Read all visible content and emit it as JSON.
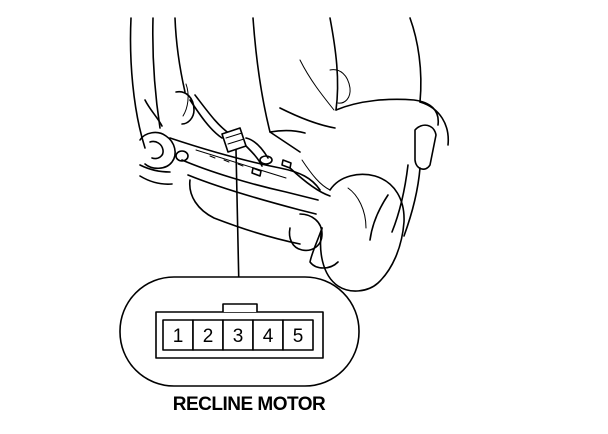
{
  "connector": {
    "label": "RECLINE MOTOR",
    "pins": [
      "1",
      "2",
      "3",
      "4",
      "5"
    ]
  }
}
